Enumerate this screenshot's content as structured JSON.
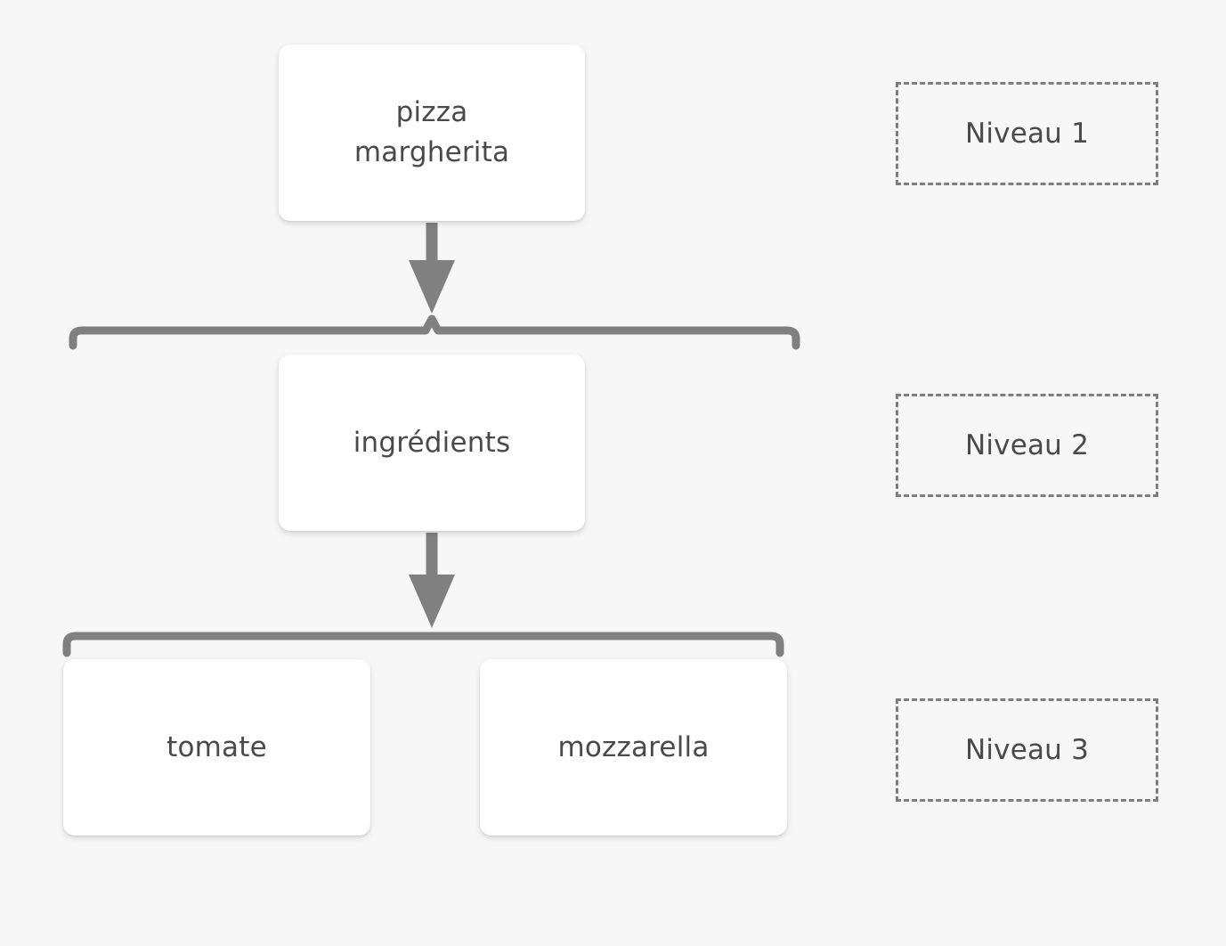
{
  "diagram": {
    "title": "pizza margherita hierarchy",
    "background_color": "#f7f7f7",
    "node_color": "#ffffff",
    "text_color": "#4a4a4a",
    "connector_color": "#808080",
    "legend_border_color": "#7d7d7d",
    "nodes": [
      {
        "id": "root",
        "label": "pizza\nmargherita",
        "level": 1
      },
      {
        "id": "level2",
        "label": "ingrédients",
        "level": 2
      },
      {
        "id": "tomate",
        "label": "tomate",
        "level": 3
      },
      {
        "id": "mozzarella",
        "label": "mozzarella",
        "level": 3
      }
    ],
    "edges": [
      {
        "from": "root",
        "to": "level2"
      },
      {
        "from": "level2",
        "to": "tomate"
      },
      {
        "from": "level2",
        "to": "mozzarella"
      }
    ],
    "legend": [
      {
        "id": "legend-1",
        "label": "Niveau 1"
      },
      {
        "id": "legend-2",
        "label": "Niveau 2"
      },
      {
        "id": "legend-3",
        "label": "Niveau 3"
      }
    ]
  }
}
